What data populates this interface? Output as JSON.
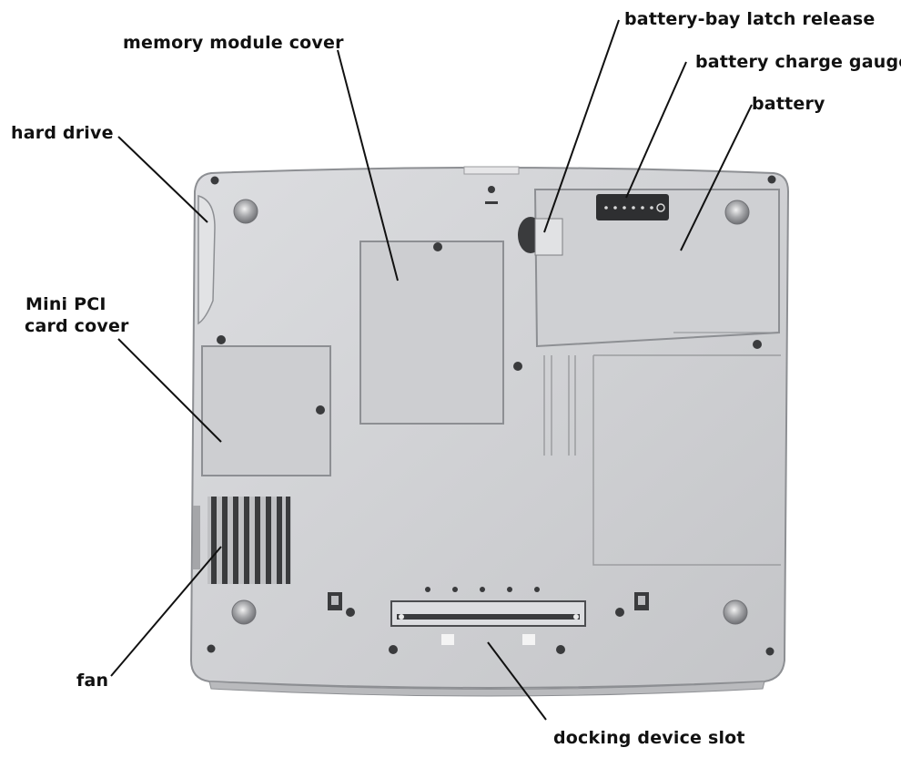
{
  "labels": {
    "memory_module_cover": "memory module cover",
    "battery_bay_latch_release": "battery-bay latch release",
    "battery_charge_gauge": "battery charge gauge",
    "battery": "battery",
    "hard_drive": "hard drive",
    "mini_pci_line1": "Mini PCI",
    "mini_pci_line2": "card cover",
    "fan": "fan",
    "docking_device_slot": "docking device slot"
  },
  "colors": {
    "chassis": "#d3d4d6",
    "chassis_edge": "#8d8f93",
    "panel": "#c9cacd",
    "dark": "#3a3b3d",
    "line": "#111111"
  }
}
